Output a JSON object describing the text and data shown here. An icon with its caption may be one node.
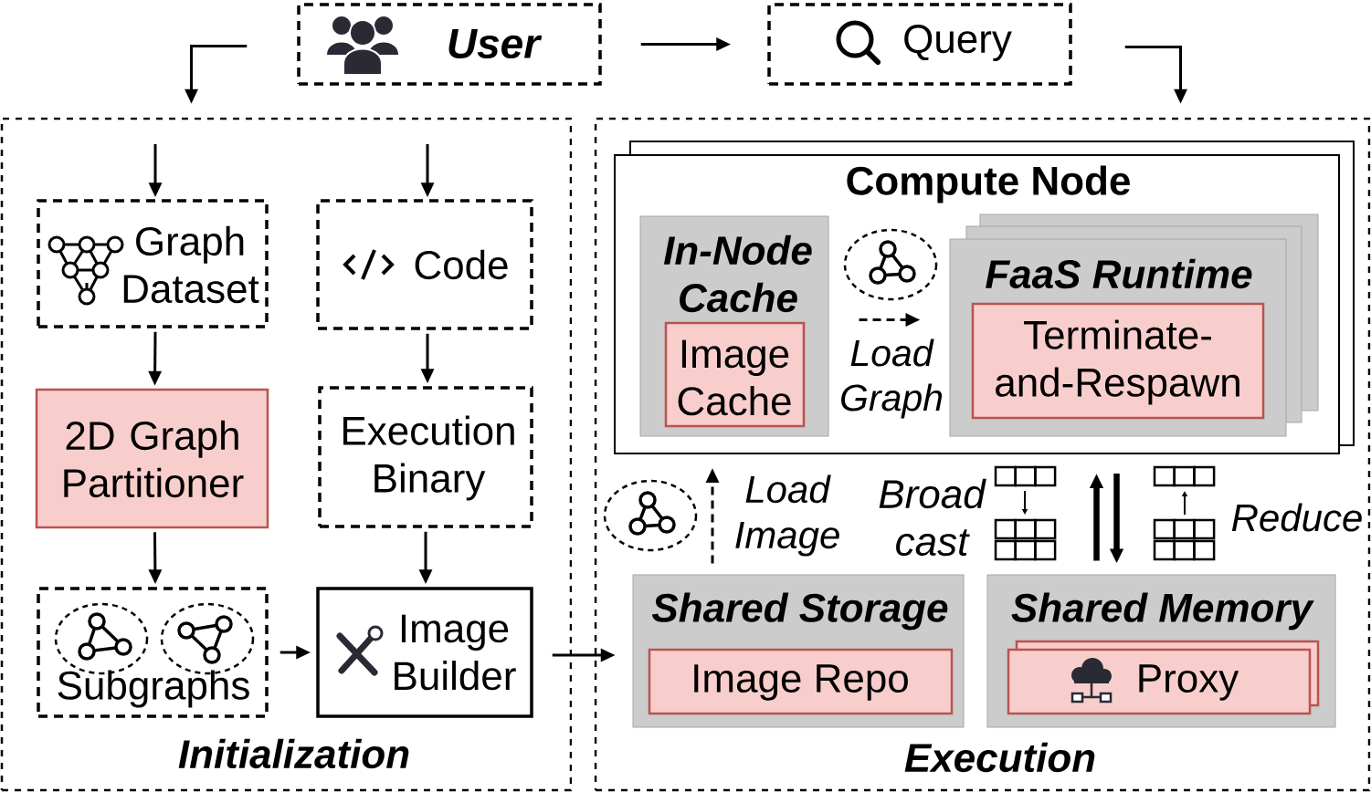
{
  "diagram": {
    "nodes": [
      {
        "text": [
          "User"
        ]
      },
      {
        "text": [
          "Query"
        ]
      },
      {
        "text": [
          "Initialization"
        ]
      },
      {
        "text": [
          "Graph Dataset"
        ],
        "in": 2
      },
      {
        "text": [
          "Code"
        ],
        "in": 2
      },
      {
        "text": [
          "2D Graph Partitioner"
        ],
        "in": 2
      },
      {
        "text": [
          "Execution Binary"
        ],
        "in": 2
      },
      {
        "text": [
          "Subgraphs"
        ],
        "in": 2
      },
      {
        "text": [
          "Image Builder"
        ],
        "in": 2
      },
      {
        "text": [
          "Execution"
        ]
      },
      {
        "text": [
          "Compute Node"
        ],
        "in": 9
      },
      {
        "text": [
          "In-Node Cache"
        ],
        "in": 10
      },
      {
        "text": [
          "Image Cache"
        ],
        "in": 11
      },
      {
        "text": [
          "FaaS Runtime"
        ],
        "in": 10
      },
      {
        "text": [
          "Terminate-and-Respawn"
        ],
        "in": 13
      },
      {
        "text": [
          "Shared Storage"
        ],
        "in": 9
      },
      {
        "text": [
          "Image Repo"
        ],
        "in": 15
      },
      {
        "text": [
          "Shared Memory"
        ],
        "in": 9
      },
      {
        "text": [
          "Proxy"
        ],
        "in": 17
      }
    ],
    "edges": [
      {
        "from": 0,
        "to": 2,
        "arrow": "to"
      },
      {
        "from": 0,
        "to": 1,
        "arrow": "to"
      },
      {
        "from": 1,
        "to": 9,
        "arrow": "to"
      },
      {
        "from": null,
        "to": 3,
        "arrow": "to"
      },
      {
        "from": null,
        "to": 4,
        "arrow": "to"
      },
      {
        "from": 3,
        "to": 5,
        "arrow": "to"
      },
      {
        "from": 4,
        "to": 6,
        "arrow": "to"
      },
      {
        "from": 5,
        "to": 7,
        "arrow": "to"
      },
      {
        "from": 6,
        "to": 8,
        "arrow": "to"
      },
      {
        "from": 7,
        "to": 8,
        "arrow": "to"
      },
      {
        "from": 8,
        "to": 9,
        "arrow": "to"
      },
      {
        "from": 11,
        "to": 13,
        "arrow": "to",
        "label": "Load Graph",
        "style": "dashed"
      },
      {
        "from": 15,
        "to": 10,
        "arrow": "to",
        "label": "Load Image",
        "style": "dashed"
      },
      {
        "from": 17,
        "to": 10,
        "arrow": "to",
        "style": "thick"
      },
      {
        "from": 10,
        "to": 17,
        "arrow": "to",
        "style": "thick"
      }
    ],
    "labels": [
      "Broad cast",
      "Reduce"
    ]
  }
}
